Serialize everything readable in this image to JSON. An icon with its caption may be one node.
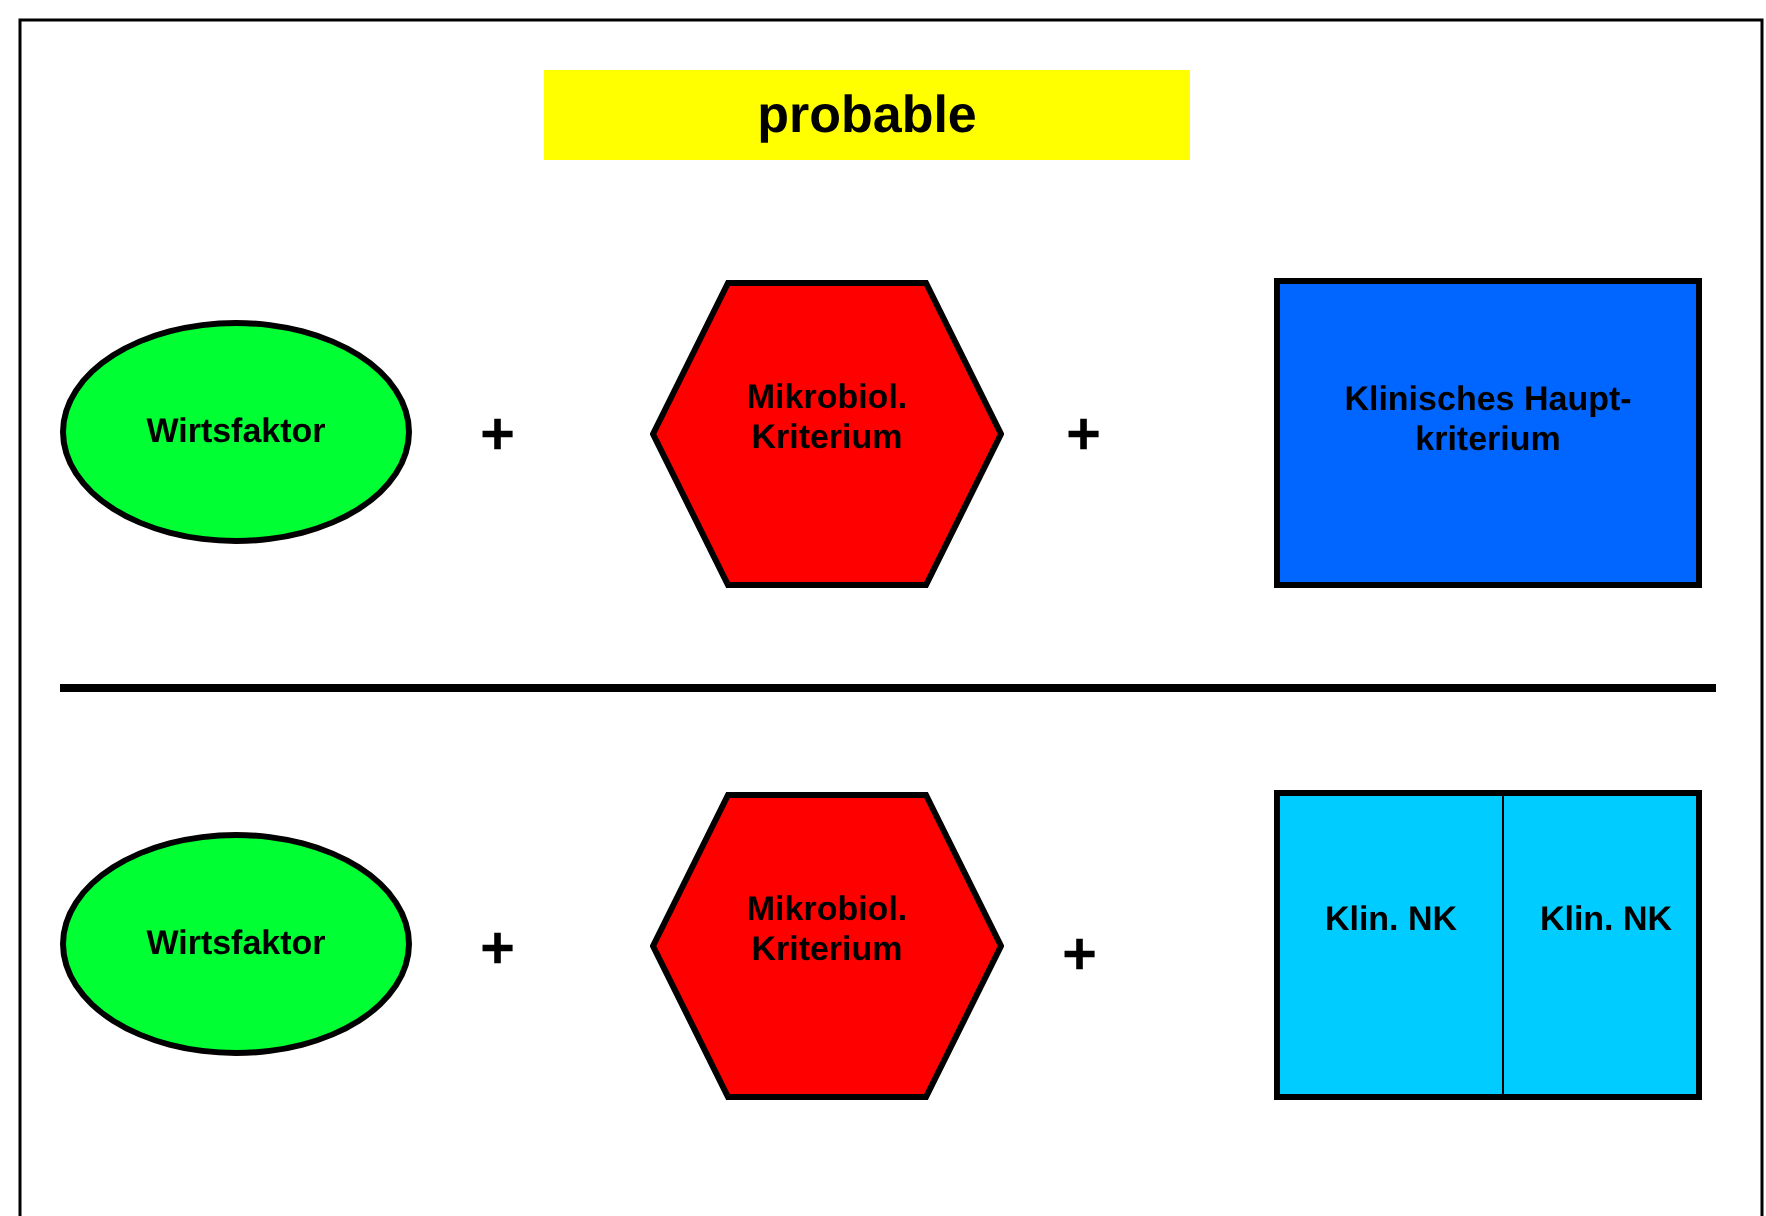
{
  "diagram": {
    "title": "probable",
    "nodes": [
      {
        "text": [
          "Wirtsfaktor"
        ]
      },
      {
        "text": [
          "Mikrobiol. Kriterium"
        ]
      },
      {
        "text": [
          "Klinisches Haupt-kriterium"
        ]
      },
      {
        "text": [
          "Wirtsfaktor"
        ]
      },
      {
        "text": [
          "Mikrobiol. Kriterium"
        ]
      },
      {
        "text": [],
        "shape": "box"
      },
      {
        "text": [
          "Klin. NK"
        ],
        "in": 5
      },
      {
        "text": [
          "Klin. NK"
        ],
        "in": 5
      }
    ],
    "labels": [
      "+",
      "+",
      "+",
      "+"
    ]
  }
}
